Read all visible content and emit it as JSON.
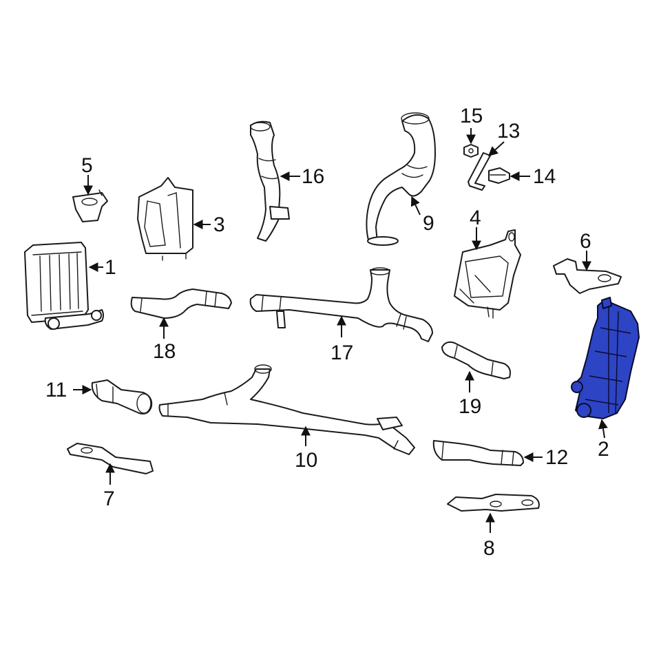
{
  "diagram": {
    "highlight_color": "#2d44c4",
    "callouts": [
      {
        "id": "1",
        "label": "1",
        "part": "charge-air-cooler"
      },
      {
        "id": "2",
        "label": "2",
        "part": "intercooler",
        "highlighted": true
      },
      {
        "id": "3",
        "label": "3",
        "part": "air-duct-housing"
      },
      {
        "id": "4",
        "label": "4",
        "part": "resonator-housing"
      },
      {
        "id": "5",
        "label": "5",
        "part": "mount-bracket"
      },
      {
        "id": "6",
        "label": "6",
        "part": "support-bracket"
      },
      {
        "id": "7",
        "label": "7",
        "part": "lower-bracket-left"
      },
      {
        "id": "8",
        "label": "8",
        "part": "lower-bracket-right"
      },
      {
        "id": "9",
        "label": "9",
        "part": "intake-tube"
      },
      {
        "id": "10",
        "label": "10",
        "part": "coolant-pipe-assembly"
      },
      {
        "id": "11",
        "label": "11",
        "part": "short-hose"
      },
      {
        "id": "12",
        "label": "12",
        "part": "coolant-hose"
      },
      {
        "id": "13",
        "label": "13",
        "part": "retainer-clip"
      },
      {
        "id": "14",
        "label": "14",
        "part": "bolt"
      },
      {
        "id": "15",
        "label": "15",
        "part": "nut"
      },
      {
        "id": "16",
        "label": "16",
        "part": "inlet-hose"
      },
      {
        "id": "17",
        "label": "17",
        "part": "coolant-pipe-upper"
      },
      {
        "id": "18",
        "label": "18",
        "part": "hose"
      },
      {
        "id": "19",
        "label": "19",
        "part": "hose-right"
      }
    ]
  }
}
